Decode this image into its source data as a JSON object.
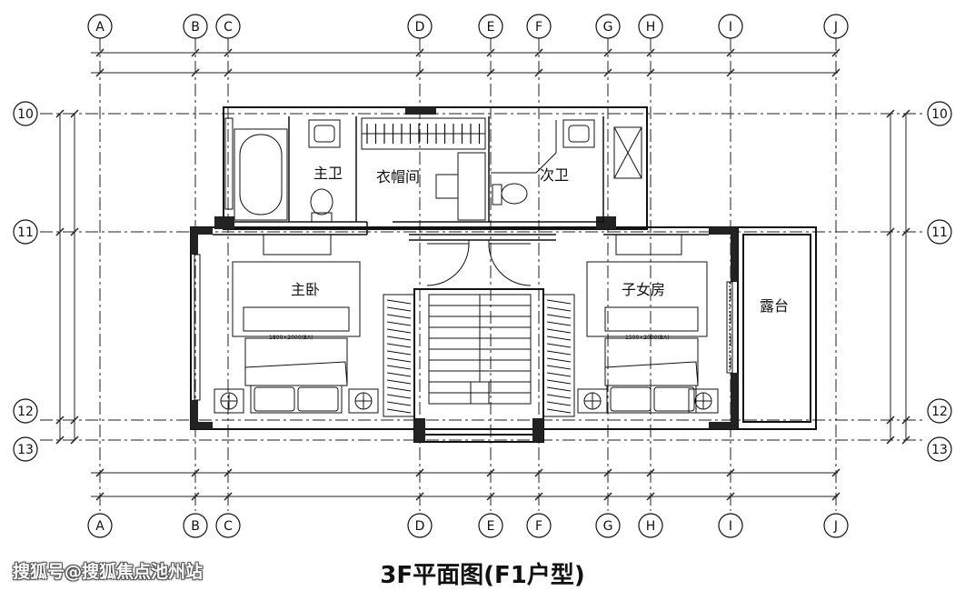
{
  "title": "3F平面图(F1户型)",
  "watermark": "搜狐号@搜狐焦点池州站",
  "rooms": {
    "master_bath": "主卫",
    "cloakroom": "衣帽间",
    "second_bath": "次卫",
    "master_bedroom": "主卧",
    "children_room": "子女房",
    "terrace": "露台"
  },
  "beds": {
    "left": "1800×2000(BA)",
    "right": "1500×2000(BA)"
  },
  "column_axes": [
    "A",
    "B",
    "C",
    "D",
    "E",
    "F",
    "G",
    "H",
    "I",
    "J"
  ],
  "row_axes": [
    "10",
    "11",
    "12",
    "13"
  ]
}
